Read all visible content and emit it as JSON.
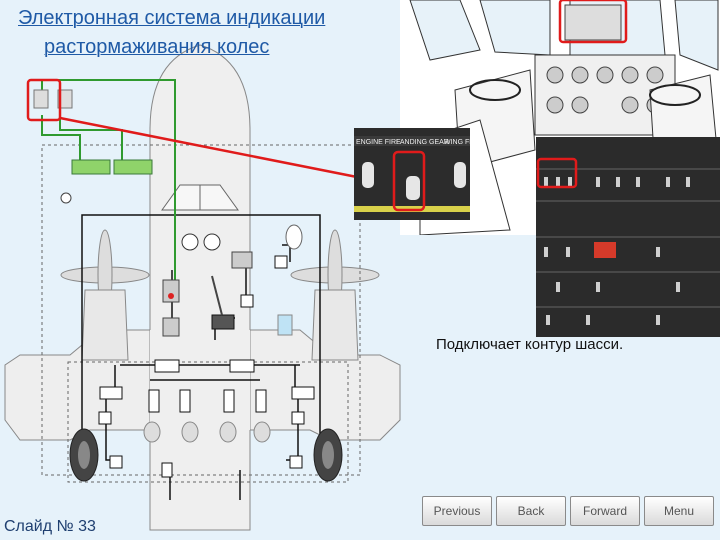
{
  "title": {
    "line1": "Электронная система индикации",
    "line2": "растормаживания колес"
  },
  "caption": "Подключает контур шасси.",
  "slide_number": "Слайд № 33",
  "nav": {
    "previous": "Previous",
    "back": "Back",
    "forward": "Forward",
    "menu": "Menu"
  },
  "inset_labels": {
    "engine_fire": "ENGINE FIRE",
    "landing_gear": "LANDING GEAR",
    "wing_flaps": "WING FLAPS"
  },
  "colors": {
    "title": "#1f5aa6",
    "callout_red": "#e01b1b",
    "pipe_green": "#2f9a2f",
    "panel_label_green": "#8fd36a"
  }
}
